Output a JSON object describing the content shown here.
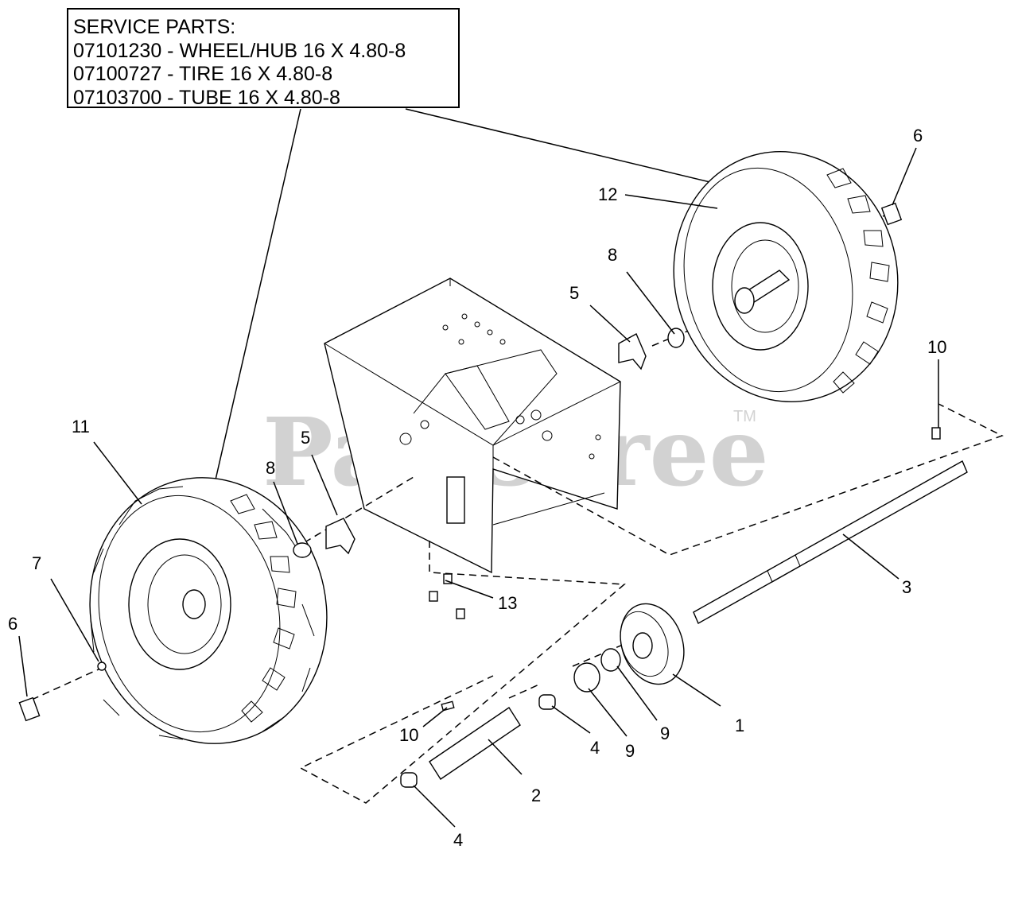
{
  "service_parts": {
    "heading": "SERVICE PARTS:",
    "lines": [
      "07101230 - WHEEL/HUB 16 X 4.80-8",
      "07100727 - TIRE 16 X 4.80-8",
      "07103700 - TUBE 16 X 4.80-8"
    ]
  },
  "watermark": {
    "text": "PartsTree",
    "trademark": "TM"
  },
  "callouts": [
    "6",
    "12",
    "8",
    "5",
    "10",
    "11",
    "5",
    "8",
    "7",
    "6",
    "13",
    "3",
    "1",
    "9",
    "9",
    "4",
    "10",
    "2",
    "4"
  ],
  "parts": {
    "left_wheel": "wheel-assembly-left",
    "right_wheel": "wheel-assembly-right",
    "frame": "frame-housing",
    "axle": "axle-shaft",
    "gear": "drive-gear",
    "sleeve": "sleeve-shaft"
  }
}
